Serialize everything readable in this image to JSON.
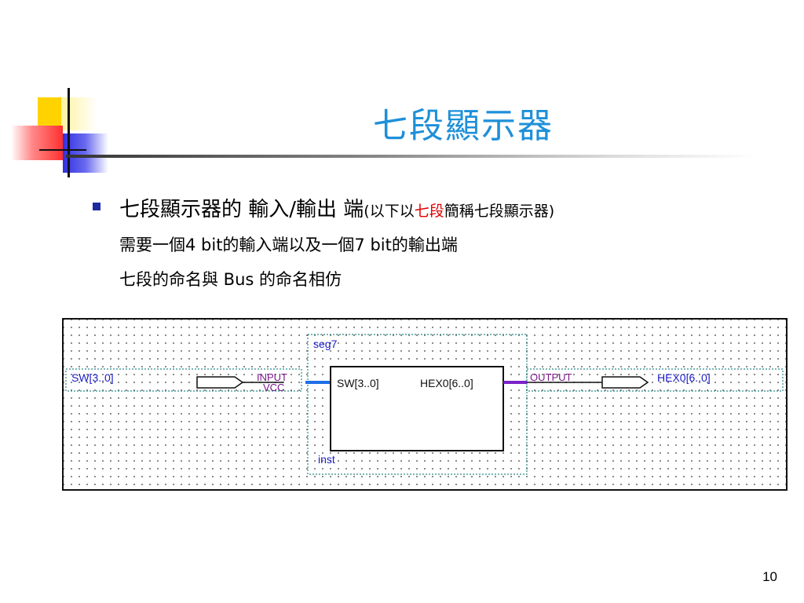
{
  "slide": {
    "title": "七段顯示器",
    "page_number": "10",
    "bullet": {
      "main": "七段顯示器的 輸入/輸出 端",
      "paren_open": "(以下以",
      "paren_highlight": "七段",
      "paren_close": "簡稱七段顯示器)",
      "line2": "需要一個4  bit的輸入端以及一個7  bit的輸出端",
      "line3": "七段的命名與 Bus 的命名相仿"
    }
  },
  "schematic": {
    "input_pin_name": "SW[3..0]",
    "input_type": "INPUT",
    "input_default": "VCC",
    "block_name": "seg7",
    "block_instance": "inst",
    "block_input_port": "SW[3..0]",
    "block_output_port": "HEX0[6..0]",
    "output_type": "OUTPUT",
    "output_pin_name": "HEX0[6..0]",
    "colors": {
      "input_wire": "#1e6ee6",
      "output_wire": "#7a22c8",
      "label_text": "#1c1cc8"
    }
  }
}
